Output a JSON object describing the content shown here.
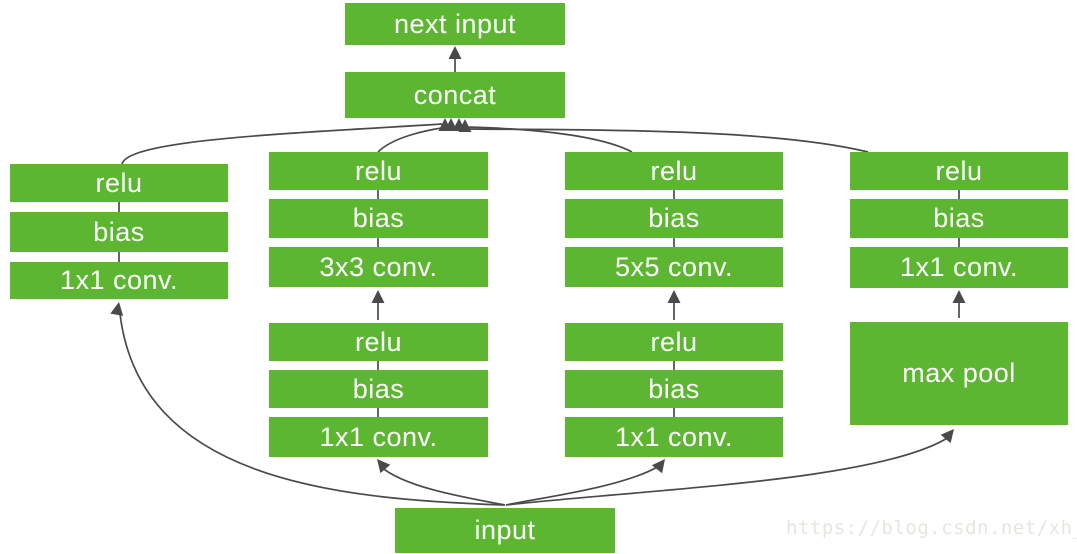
{
  "diagram": {
    "next_input": "next input",
    "concat": "concat",
    "input_label": "input",
    "branch1": {
      "relu": "relu",
      "bias": "bias",
      "conv": "1x1 conv."
    },
    "branch2": {
      "top": {
        "relu": "relu",
        "bias": "bias",
        "conv": "3x3 conv."
      },
      "bottom": {
        "relu": "relu",
        "bias": "bias",
        "conv": "1x1 conv."
      }
    },
    "branch3": {
      "top": {
        "relu": "relu",
        "bias": "bias",
        "conv": "5x5 conv."
      },
      "bottom": {
        "relu": "relu",
        "bias": "bias",
        "conv": "1x1 conv."
      }
    },
    "branch4": {
      "top": {
        "relu": "relu",
        "bias": "bias",
        "conv": "1x1 conv."
      },
      "bottom": {
        "pool": "max pool"
      }
    },
    "watermark": "https://blog.csdn.net/xh_hit",
    "colors": {
      "node_green": "#5cb632",
      "node_text": "#ffffff",
      "arrow_gray": "#4a4a4a",
      "watermark_gray": "#e7e5df"
    }
  }
}
